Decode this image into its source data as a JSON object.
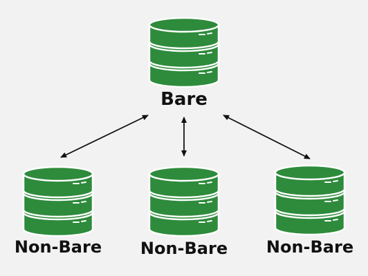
{
  "diagram": {
    "colors": {
      "background": "#f2f2f2",
      "disk_fill": "#2e8b3c",
      "disk_outline": "#ffffff",
      "arrow": "#111111",
      "label": "#111111"
    },
    "nodes": {
      "bare": {
        "label": "Bare",
        "icon": "database-icon"
      },
      "non_bare": [
        {
          "label": "Non-Bare",
          "icon": "database-icon"
        },
        {
          "label": "Non-Bare",
          "icon": "database-icon"
        },
        {
          "label": "Non-Bare",
          "icon": "database-icon"
        }
      ]
    },
    "connections": [
      {
        "from": "bare",
        "to": "non_bare.0",
        "direction": "bidirectional"
      },
      {
        "from": "bare",
        "to": "non_bare.1",
        "direction": "bidirectional"
      },
      {
        "from": "bare",
        "to": "non_bare.2",
        "direction": "bidirectional"
      }
    ]
  }
}
